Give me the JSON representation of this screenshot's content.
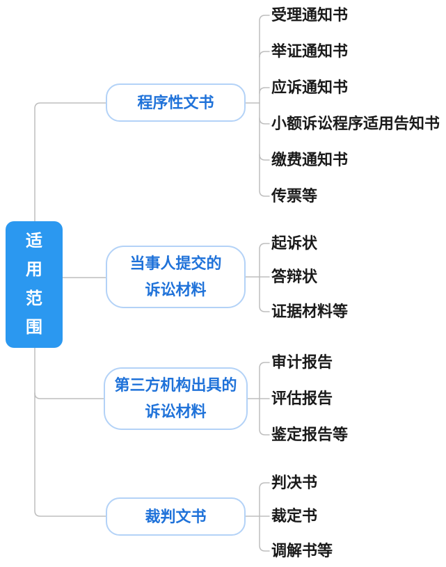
{
  "mindmap": {
    "root": {
      "label": "适用范围"
    },
    "branches": [
      {
        "lines": [
          "程序性文书"
        ],
        "leaves": [
          "受理通知书",
          "举证通知书",
          "应诉通知书",
          "小额诉讼程序适用告知书",
          "缴费通知书",
          "传票等"
        ]
      },
      {
        "lines": [
          "当事人提交的",
          "诉讼材料"
        ],
        "leaves": [
          "起诉状",
          "答辩状",
          "证据材料等"
        ]
      },
      {
        "lines": [
          "第三方机构出具的",
          "诉讼材料"
        ],
        "leaves": [
          "审计报告",
          "评估报告",
          "鉴定报告等"
        ]
      },
      {
        "lines": [
          "裁判文书"
        ],
        "leaves": [
          "判决书",
          "裁定书",
          "调解书等"
        ]
      }
    ],
    "colors": {
      "root_fill": "#2B98F0",
      "root_text": "#FFFFFF",
      "branch_border": "#B3D2F7",
      "branch_text": "#1F72D9",
      "leaf_text": "#1A1A1A",
      "connector": "#BDBDBD"
    }
  }
}
